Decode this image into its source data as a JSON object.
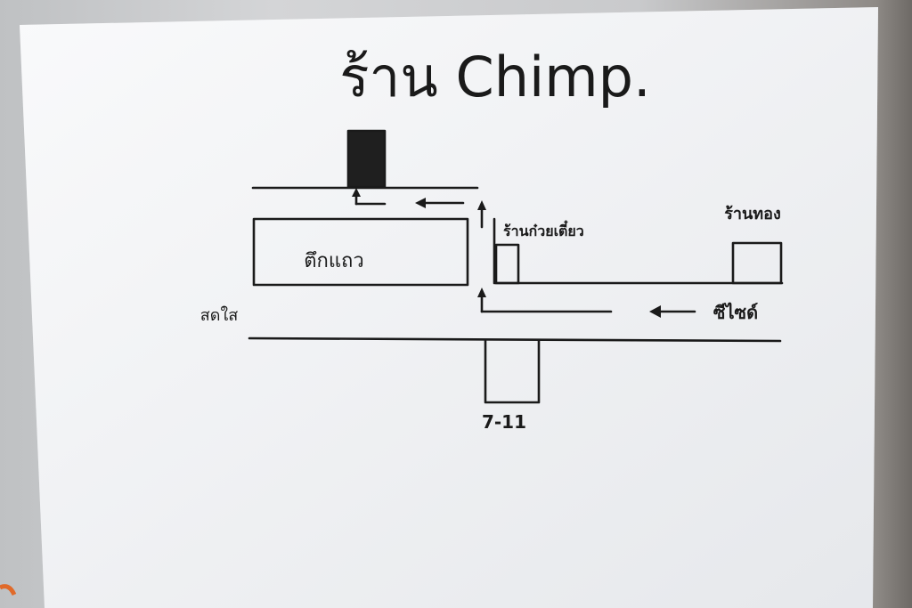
{
  "map": {
    "title": "ร้าน Chimp.",
    "labels": {
      "teak_taew": "ตึกแถว",
      "noodle_shop": "ร้านก๋วยเตี๋ยว",
      "gold_shop": "ร้านทอง",
      "sodsai": "สดใส",
      "c_side": "ซีไซด์",
      "seven_eleven": "7-11"
    }
  },
  "colors": {
    "ink": "#1a1a1a",
    "paper": "#f5f6f8"
  }
}
